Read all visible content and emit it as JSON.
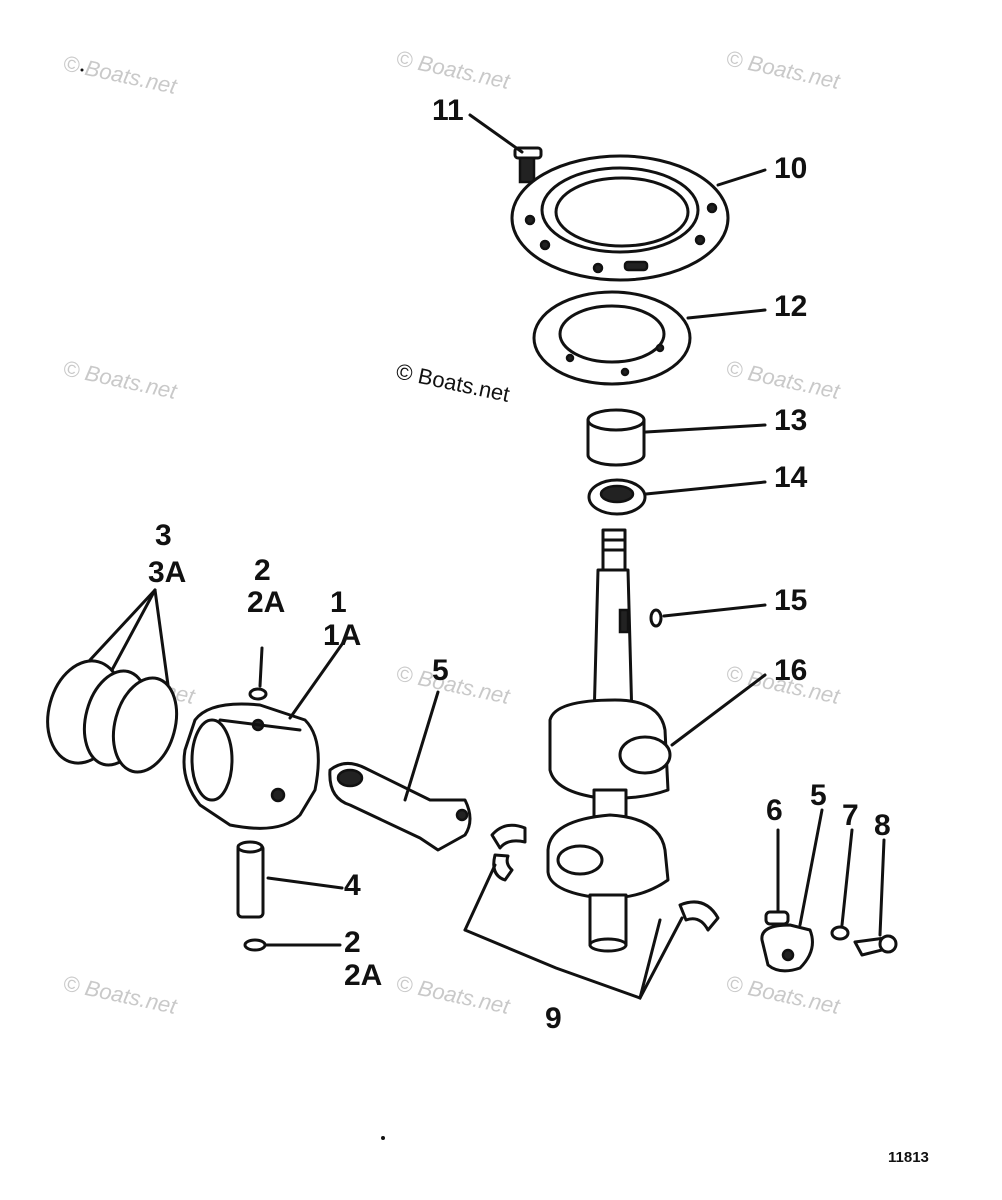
{
  "figure_number": "11813",
  "copyright_notice": "© Boats.net",
  "watermark_text": "© Boats.net",
  "callouts": {
    "c1": "1",
    "c1a": "1A",
    "c2a_top": "2",
    "c2a_top_a": "2A",
    "c2b_bot": "2",
    "c2b_bot_a": "2A",
    "c3": "3",
    "c3a": "3A",
    "c4": "4",
    "c5a": "5",
    "c5b": "5",
    "c6": "6",
    "c7": "7",
    "c8": "8",
    "c9": "9",
    "c10": "10",
    "c11": "11",
    "c12": "12",
    "c13": "13",
    "c14": "14",
    "c15": "15",
    "c16": "16"
  },
  "colors": {
    "ink": "#111111",
    "watermark": "#c9c9c9",
    "background": "#ffffff"
  }
}
